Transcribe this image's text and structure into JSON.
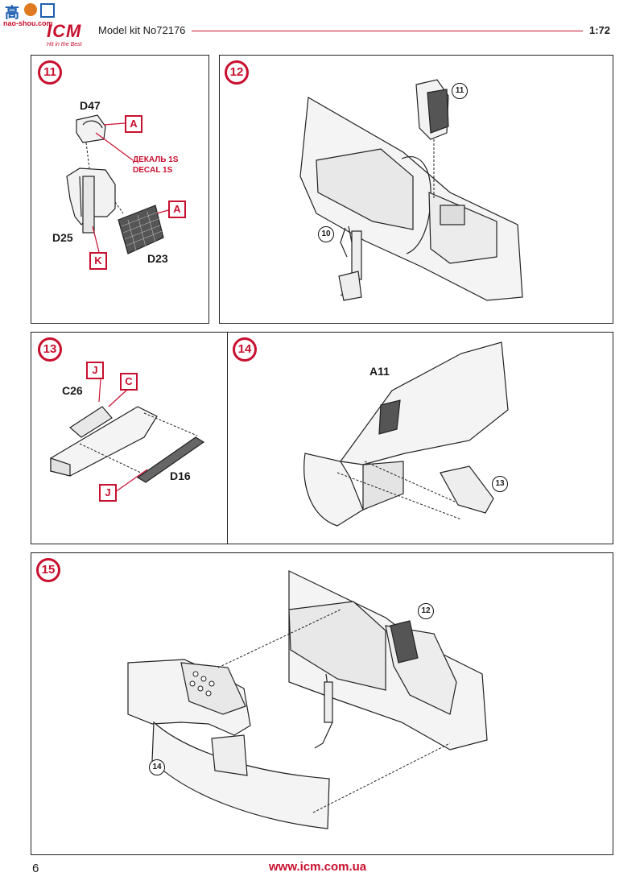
{
  "watermark": {
    "cn_chars": "高",
    "site": "nao-shou.com"
  },
  "logo": {
    "brand": "ICM",
    "tagline": "Hit in the Best"
  },
  "header": {
    "kit_label": "Model kit No72176",
    "scale": "1:72"
  },
  "steps": {
    "s11": {
      "number": "11",
      "parts": {
        "d47": "D47",
        "d25": "D25",
        "d23": "D23"
      },
      "tags": {
        "a1": "A",
        "a2": "A",
        "k": "K"
      },
      "decal_ru": "ДЕКАЛЬ 1S",
      "decal_en": "DECAL 1S"
    },
    "s12": {
      "number": "12",
      "ref": "11",
      "ref2": "10"
    },
    "s13": {
      "number": "13",
      "parts": {
        "c26": "C26",
        "d16": "D16"
      },
      "tags": {
        "j1": "J",
        "c": "C",
        "j2": "J"
      }
    },
    "s14": {
      "number": "14",
      "parts": {
        "a11": "A11"
      },
      "ref": "13"
    },
    "s15": {
      "number": "15",
      "ref12": "12",
      "ref14": "14"
    }
  },
  "footer": {
    "page": "6",
    "url": "www.icm.com.ua"
  },
  "colors": {
    "accent": "#c8102e",
    "line": "#222222",
    "part_fill": "#f2f2f2"
  }
}
